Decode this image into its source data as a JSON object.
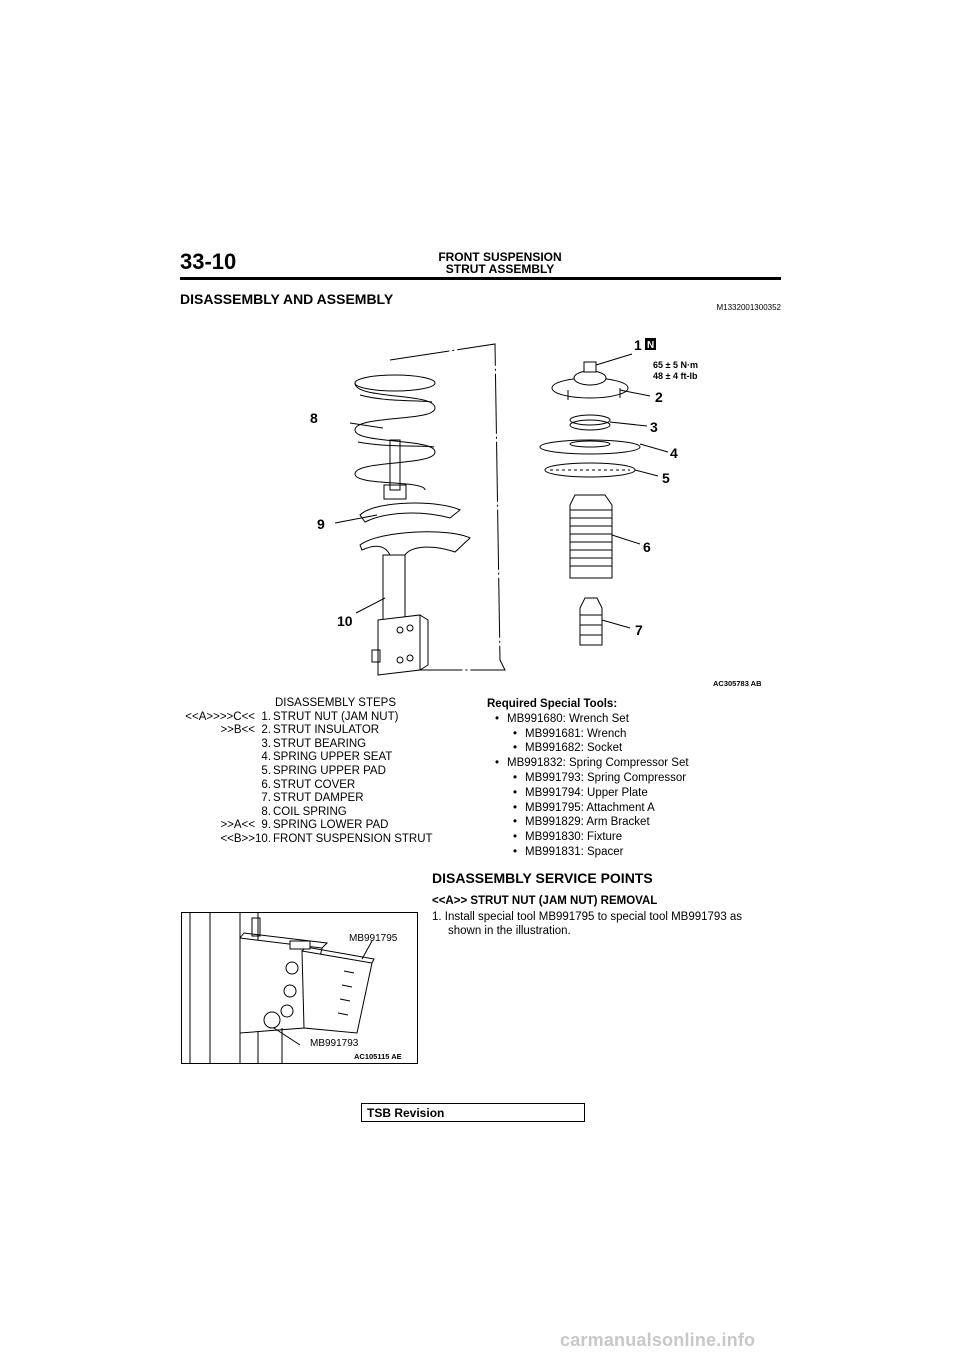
{
  "header": {
    "page_number": "33-10",
    "section": "FRONT SUSPENSION",
    "subsection": "STRUT ASSEMBLY"
  },
  "section_title": "DISASSEMBLY AND ASSEMBLY",
  "doc_id": "M1332001300352",
  "main_figure": {
    "figure_id": "AC305783 AB",
    "callouts": [
      "1",
      "2",
      "3",
      "4",
      "5",
      "6",
      "7",
      "8",
      "9",
      "10"
    ],
    "new_part_mark": "N",
    "torque_nm": "65 ± 5 N·m",
    "torque_ftlb": "48 ± 4 ft-lb"
  },
  "steps": {
    "title": "DISASSEMBLY STEPS",
    "items": [
      {
        "marks": "<<A>>>>C<<",
        "no": "1.",
        "text": "STRUT NUT (JAM NUT)"
      },
      {
        "marks": ">>B<<",
        "no": "2.",
        "text": "STRUT INSULATOR"
      },
      {
        "marks": "",
        "no": "3.",
        "text": "STRUT BEARING"
      },
      {
        "marks": "",
        "no": "4.",
        "text": "SPRING UPPER SEAT"
      },
      {
        "marks": "",
        "no": "5.",
        "text": "SPRING UPPER PAD"
      },
      {
        "marks": "",
        "no": "6.",
        "text": "STRUT COVER"
      },
      {
        "marks": "",
        "no": "7.",
        "text": "STRUT DAMPER"
      },
      {
        "marks": "",
        "no": "8.",
        "text": "COIL SPRING"
      },
      {
        "marks": ">>A<<",
        "no": "9.",
        "text": "SPRING LOWER PAD"
      },
      {
        "marks": "<<B>>",
        "no": "10.",
        "text": "FRONT SUSPENSION STRUT"
      }
    ]
  },
  "tools": {
    "heading": "Required Special Tools:",
    "items": [
      {
        "level": 1,
        "text": "MB991680: Wrench Set"
      },
      {
        "level": 2,
        "text": "MB991681: Wrench"
      },
      {
        "level": 2,
        "text": "MB991682: Socket"
      },
      {
        "level": 1,
        "text": "MB991832: Spring Compressor Set"
      },
      {
        "level": 2,
        "text": "MB991793: Spring Compressor"
      },
      {
        "level": 2,
        "text": "MB991794: Upper Plate"
      },
      {
        "level": 2,
        "text": "MB991795: Attachment A"
      },
      {
        "level": 2,
        "text": "MB991829: Arm Bracket"
      },
      {
        "level": 2,
        "text": "MB991830: Fixture"
      },
      {
        "level": 2,
        "text": "MB991831: Spacer"
      }
    ]
  },
  "service_points": {
    "title": "DISASSEMBLY SERVICE POINTS",
    "subtitle": "<<A>> STRUT NUT (JAM NUT) REMOVAL",
    "step1_line1": "1.  Install special tool MB991795 to special tool MB991793 as",
    "step1_line2": "shown in the illustration."
  },
  "small_figure": {
    "figure_id": "AC105115 AE",
    "label_top": "MB991795",
    "label_bottom": "MB991793"
  },
  "footer": {
    "tsb_label": "TSB Revision",
    "watermark": "carmanualsonline.info"
  }
}
